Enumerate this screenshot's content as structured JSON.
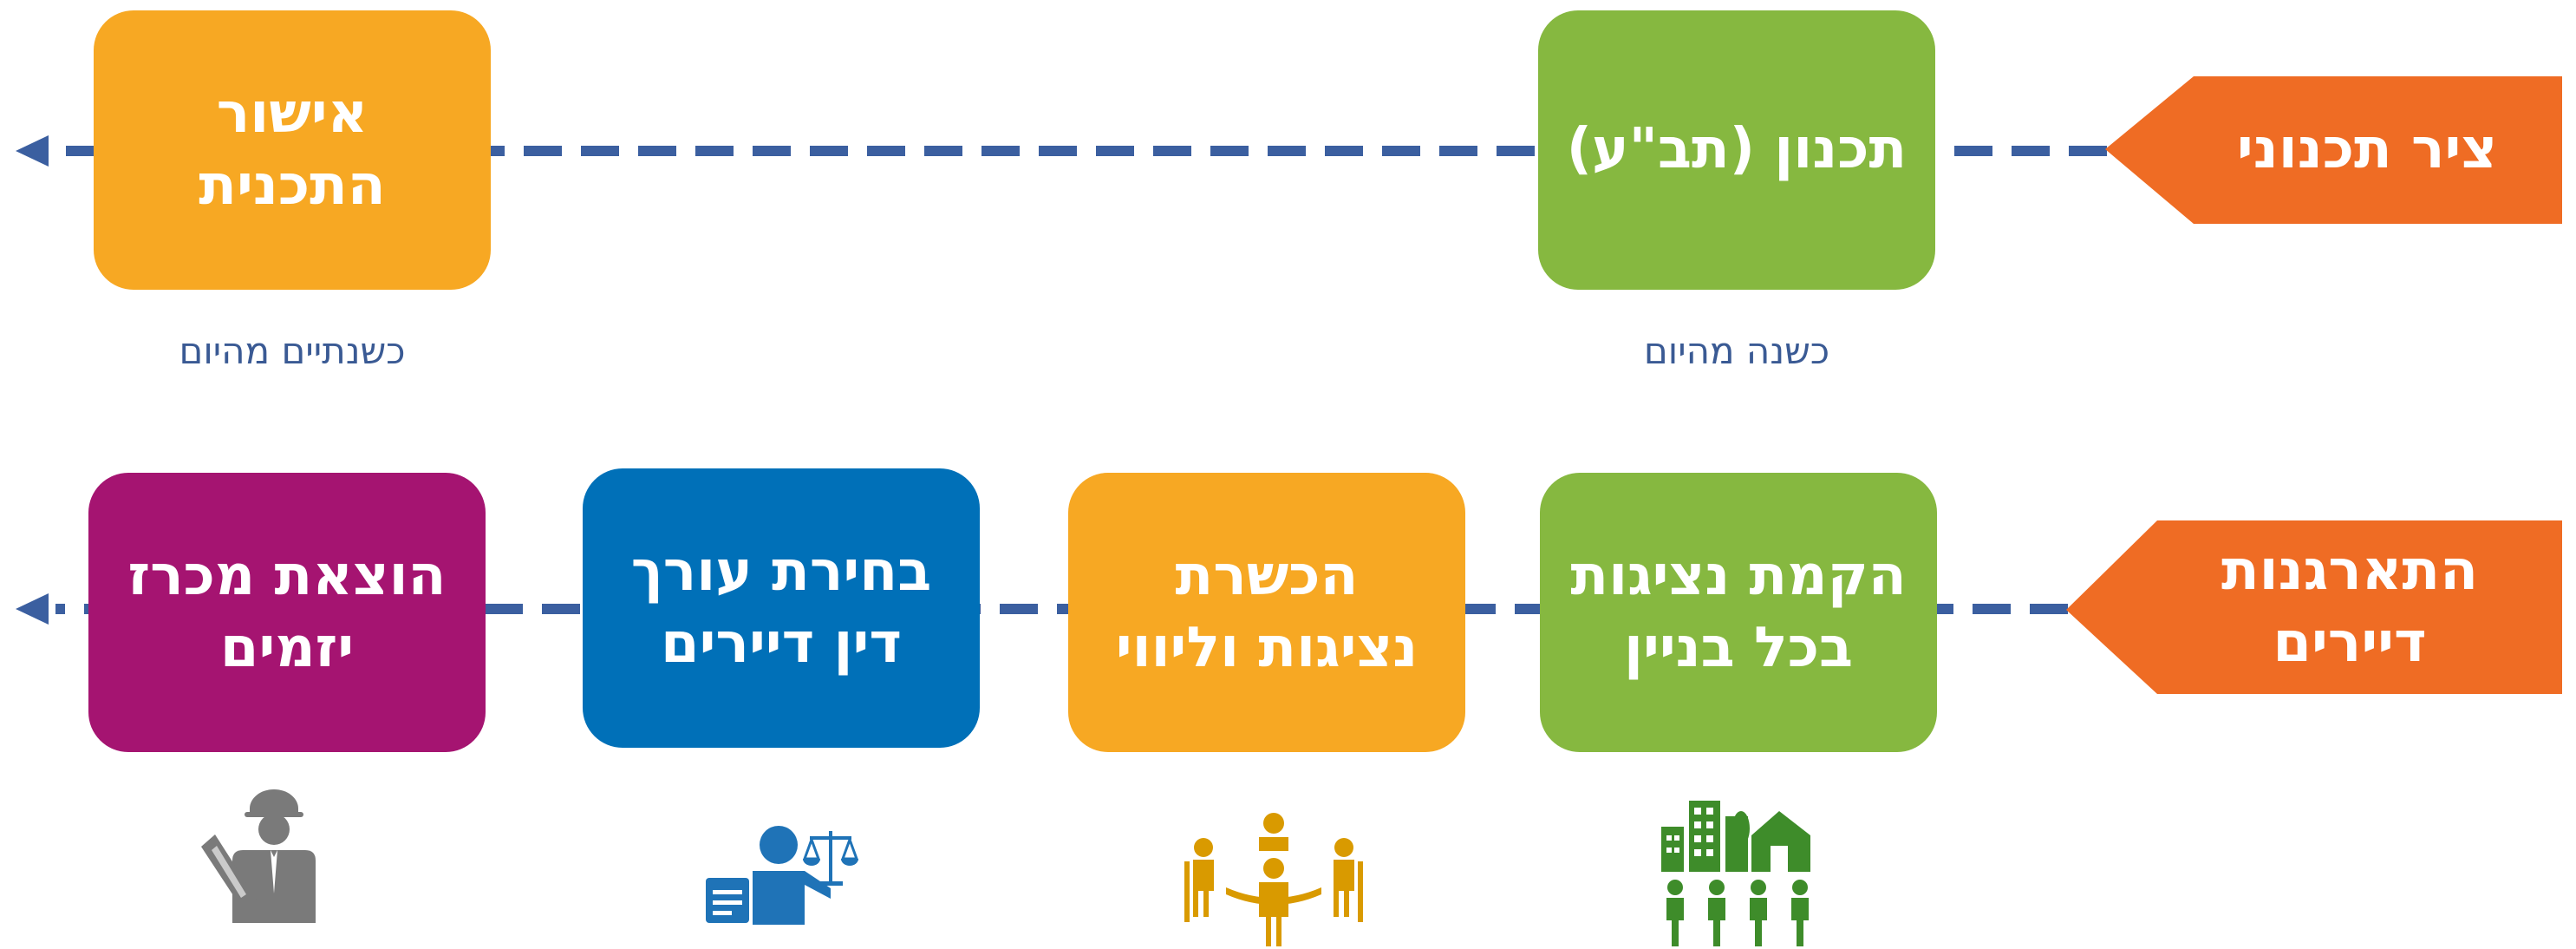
{
  "colors": {
    "connector": "#3b5fa0",
    "orange_banner": "#ef6c24",
    "green": "#86b840",
    "amber": "#f7a823",
    "blue": "#0070b8",
    "magenta": "#a51471",
    "caption": "#3a5a94",
    "icon_green": "#3e8c2a",
    "icon_gold": "#d99a00",
    "icon_blue": "#1f73b7",
    "icon_gray": "#7a7a7a"
  },
  "row1": {
    "banner": "ציר תכנוני",
    "steps": [
      {
        "label": "תכנון (תב\"ע)",
        "caption": "כשנה מהיום",
        "color": "green"
      },
      {
        "label": "אישור\nהתכנית",
        "caption": "כשנתיים מהיום",
        "color": "amber"
      }
    ]
  },
  "row2": {
    "banner": "התארגנות\nדיירים",
    "steps": [
      {
        "label": "הקמת נציגות\nבכל בניין",
        "icon": "buildings-and-people-icon",
        "color": "green"
      },
      {
        "label": "הכשרת\nנציגות וליווי",
        "icon": "meeting-table-icon",
        "color": "amber"
      },
      {
        "label": "בחירת עורך\nדין דיירים",
        "icon": "lawyer-scales-icon",
        "color": "blue"
      },
      {
        "label": "הוצאת מכרז\nיזמים",
        "icon": "engineer-blueprint-icon",
        "color": "magenta"
      }
    ]
  }
}
